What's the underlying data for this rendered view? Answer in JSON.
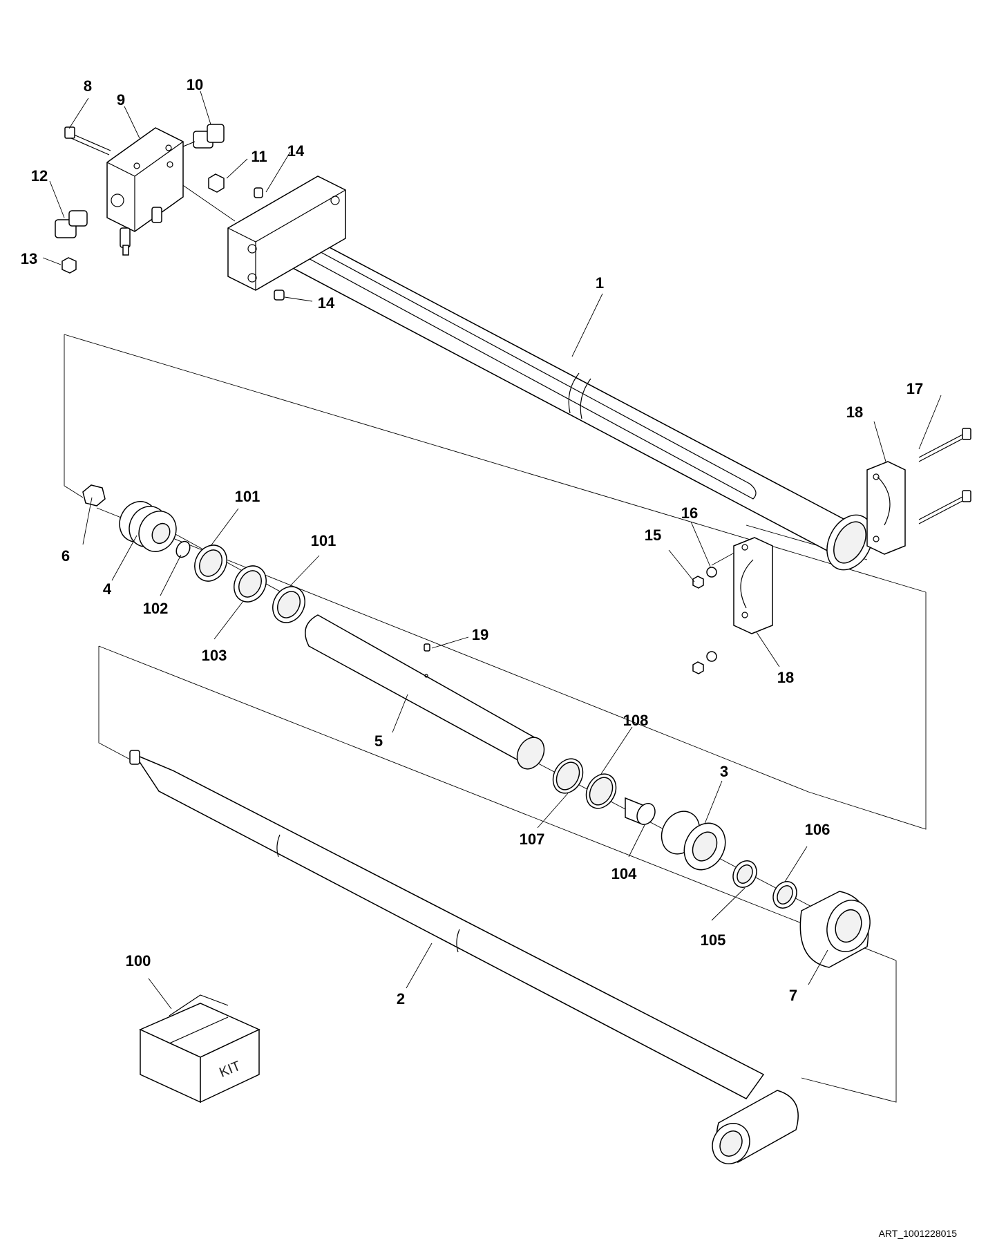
{
  "art_number": "ART_1001228015",
  "kit_text": "KIT",
  "callouts": [
    {
      "id": "c-1",
      "label": "1"
    },
    {
      "id": "c-2",
      "label": "2"
    },
    {
      "id": "c-3",
      "label": "3"
    },
    {
      "id": "c-4",
      "label": "4"
    },
    {
      "id": "c-5",
      "label": "5"
    },
    {
      "id": "c-6",
      "label": "6"
    },
    {
      "id": "c-7",
      "label": "7"
    },
    {
      "id": "c-8",
      "label": "8"
    },
    {
      "id": "c-9",
      "label": "9"
    },
    {
      "id": "c-10",
      "label": "10"
    },
    {
      "id": "c-11",
      "label": "11"
    },
    {
      "id": "c-12",
      "label": "12"
    },
    {
      "id": "c-13",
      "label": "13"
    },
    {
      "id": "c-14a",
      "label": "14"
    },
    {
      "id": "c-14b",
      "label": "14"
    },
    {
      "id": "c-15",
      "label": "15"
    },
    {
      "id": "c-16",
      "label": "16"
    },
    {
      "id": "c-17",
      "label": "17"
    },
    {
      "id": "c-18a",
      "label": "18"
    },
    {
      "id": "c-18b",
      "label": "18"
    },
    {
      "id": "c-19",
      "label": "19"
    },
    {
      "id": "c-100",
      "label": "100"
    },
    {
      "id": "c-101a",
      "label": "101"
    },
    {
      "id": "c-101b",
      "label": "101"
    },
    {
      "id": "c-102",
      "label": "102"
    },
    {
      "id": "c-103",
      "label": "103"
    },
    {
      "id": "c-104",
      "label": "104"
    },
    {
      "id": "c-105",
      "label": "105"
    },
    {
      "id": "c-106",
      "label": "106"
    },
    {
      "id": "c-107",
      "label": "107"
    },
    {
      "id": "c-108",
      "label": "108"
    }
  ]
}
